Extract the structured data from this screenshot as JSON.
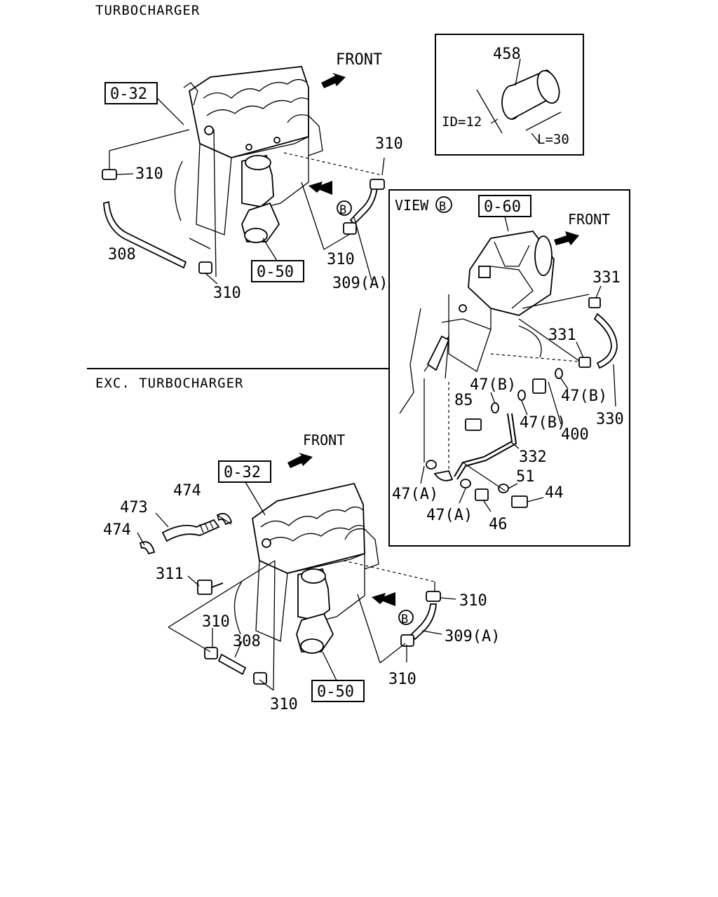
{
  "sections": {
    "turbo_title": "TURBOCHARGER",
    "exc_turbo_title": "EXC. TURBOCHARGER"
  },
  "front": {
    "top": "FRONT",
    "view_b": "FRONT",
    "bottom": "FRONT"
  },
  "inset": {
    "part": "458",
    "id_label": "ID=12",
    "length_label": "L=30"
  },
  "view_b": {
    "title": "VIEW",
    "marker": "B"
  },
  "refs": {
    "top_032": "0-32",
    "top_050": "0-50",
    "view_060": "0-60",
    "bot_032": "0-32",
    "bot_050": "0-50"
  },
  "markers": {
    "top_b": "B",
    "bot_b": "B"
  },
  "labels": {
    "t_310_a": "310",
    "t_310_b": "310",
    "t_310_c": "310",
    "t_310_d": "310",
    "t_308": "308",
    "t_309a": "309(A)",
    "v_331_a": "331",
    "v_331_b": "331",
    "v_47b_a": "47(B)",
    "v_47b_b": "47(B)",
    "v_47b_c": "47(B)",
    "v_85": "85",
    "v_400": "400",
    "v_330": "330",
    "v_332": "332",
    "v_51": "51",
    "v_44": "44",
    "v_47a_a": "47(A)",
    "v_47a_b": "47(A)",
    "v_46": "46",
    "b_474_a": "474",
    "b_473": "473",
    "b_474_b": "474",
    "b_311": "311",
    "b_310_a": "310",
    "b_308": "308",
    "b_310_b": "310",
    "b_310_c": "310",
    "b_310_d": "310",
    "b_309a": "309(A)"
  }
}
